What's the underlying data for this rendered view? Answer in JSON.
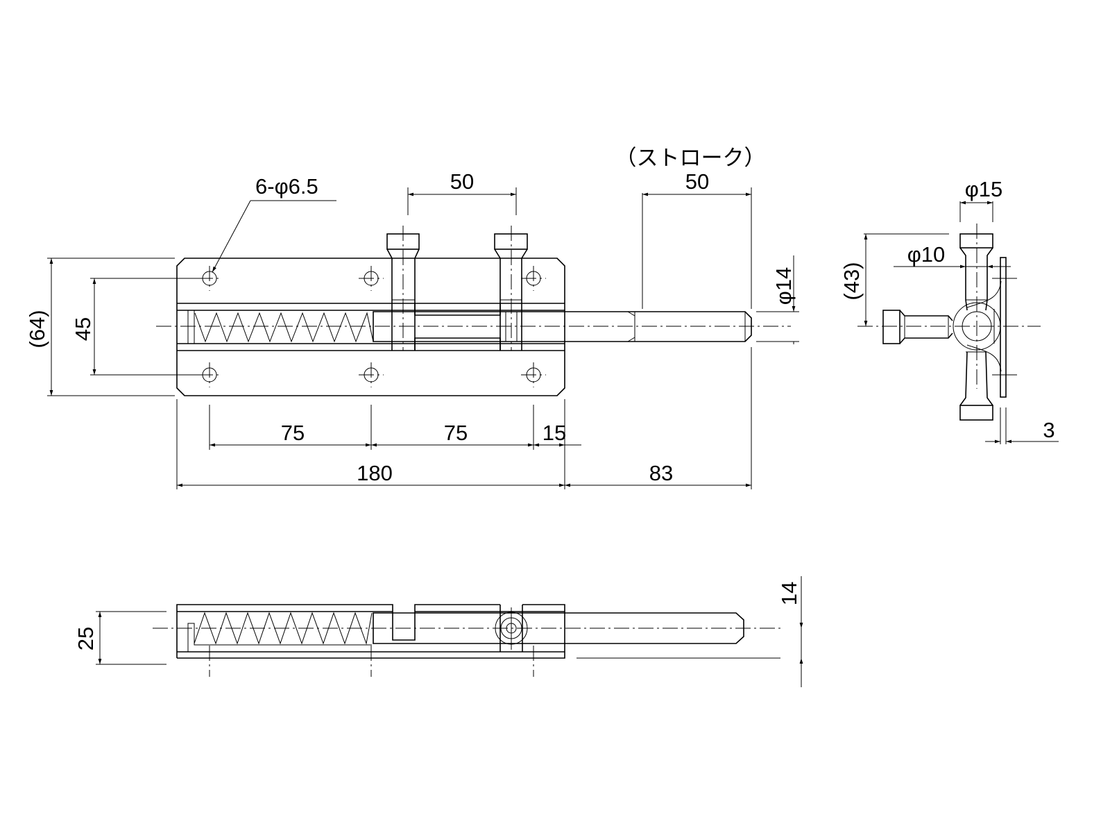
{
  "drawing": {
    "front_view": {
      "hole_spec": "6-φ6.5",
      "handle_pitch": "50",
      "stroke_label": "（ストローク）",
      "stroke_value": "50",
      "bolt_diameter": "φ14",
      "plate_height": "(64)",
      "hole_row_pitch": "45",
      "hole_pitch_1": "75",
      "hole_pitch_2": "75",
      "edge_to_hole": "15",
      "plate_length": "180",
      "bolt_projection": "83"
    },
    "side_view": {
      "handle_diameter": "φ15",
      "neck_diameter": "φ10",
      "handle_height": "(43)",
      "plate_thickness": "3"
    },
    "bottom_view": {
      "body_height": "25",
      "bolt_offset": "14"
    }
  }
}
